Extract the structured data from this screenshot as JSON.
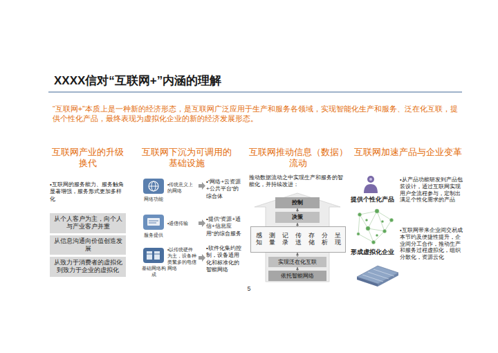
{
  "diagram": {
    "title": "XXXX信对“互联网+”内涵的理解",
    "nodes": [
      {
        "text": [
          "从个人客户为主，向个人与产业客户并重"
        ]
      },
      {
        "text": [
          "从信息沟通向价值创造发展"
        ]
      },
      {
        "text": [
          "从致力于消费者的虚拟化到致力于企业的虚拟化"
        ]
      },
      {
        "text": [
          "控制"
        ]
      },
      {
        "text": [
          "决策"
        ]
      },
      {
        "text": []
      },
      {
        "text": [
          "感知"
        ],
        "in": 5
      },
      {
        "text": [
          "测量"
        ],
        "in": 5
      },
      {
        "text": [
          "记录"
        ],
        "in": 5
      },
      {
        "text": [
          "传送"
        ],
        "in": 5
      },
      {
        "text": [
          "存储"
        ],
        "in": 5
      },
      {
        "text": [
          "分析"
        ],
        "in": 5
      },
      {
        "text": [
          "呈现"
        ],
        "in": 5
      },
      {
        "text": [
          "实现泛在化互联"
        ]
      },
      {
        "text": [
          "依托智能网络"
        ]
      }
    ],
    "edges": [
      {
        "from": 14,
        "to": 13,
        "arrow": "to"
      },
      {
        "from": 13,
        "to": 5,
        "arrow": "to"
      },
      {
        "from": 5,
        "to": 4,
        "arrow": "to"
      },
      {
        "from": 4,
        "to": 3,
        "arrow": "to"
      },
      {
        "from": 6,
        "to": 7,
        "arrow": "to"
      },
      {
        "from": 7,
        "to": 8,
        "arrow": "to"
      },
      {
        "from": 8,
        "to": 9,
        "arrow": "to"
      },
      {
        "from": 9,
        "to": 10,
        "arrow": "to"
      },
      {
        "from": 10,
        "to": 11,
        "arrow": "to"
      },
      {
        "from": 11,
        "to": 12,
        "arrow": "to"
      }
    ],
    "labels": [
      "“互联网+”本质上是一种新的经济形态，是互联网广泛应用于生产和服务各领域，实现智能化生产和服务、泛在化互联，提供个性化产品，最终表现为虚拟化企业的新的经济发展形态。",
      "互联网产业的升级换代",
      "互联网下沉为可调用的基础设施",
      "互联网推动信息（数据）流动",
      "互联网加速产品与企业变革",
      "•互联网的服务能力、服务触角显著增强，服务形式更加多样化",
      "网络功能",
      "•传统意义上的网络",
      "•“网络+云资源+公共平台”的综合体",
      "服务提供",
      "•通信传输",
      "•提供“资源+通信+信息应用”的综合服务",
      "基础网络构成",
      "•以传统硬件为主，设备种类繁多的电信网络",
      "•软件化集约控制，设备通用化和标准化的智能网络",
      "推动数据流动之中实现生产和服务的智能化，并持续改进：",
      "提供个性化产品",
      "•从产品功能研发到产品包装设计，通过互联网实现用户全流程参与，定制出满足个性化需求的产品",
      "形成虚拟化企业",
      "•互联网带来企业间交易成本节约及便捷性提升，企业间分工合作，推动生产和服务过程虚拟化，组织分散化，资源云化",
      "5"
    ]
  }
}
